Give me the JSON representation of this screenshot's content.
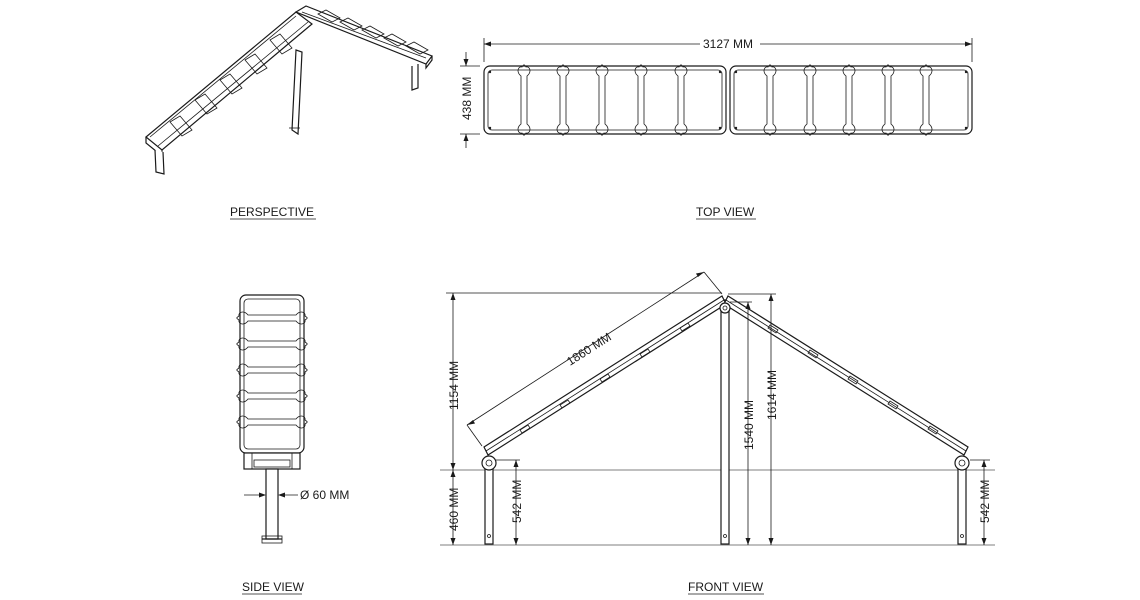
{
  "views": {
    "perspective": "PERSPECTIVE",
    "top": "TOP VIEW",
    "side": "SIDE VIEW",
    "front": "FRONT VIEW"
  },
  "dimensions": {
    "total_length": "3127 MM",
    "width": "438 MM",
    "pipe_diameter": "Ø 60 MM",
    "ramp_length": "1860 MM",
    "ramp_rise": "1154 MM",
    "base_height": "460 MM",
    "end_post_height": "542 MM",
    "center_post_height": "1540 MM",
    "peak_height": "1614 MM"
  },
  "colors": {
    "line": "#1a1a1a",
    "background": "#ffffff"
  }
}
